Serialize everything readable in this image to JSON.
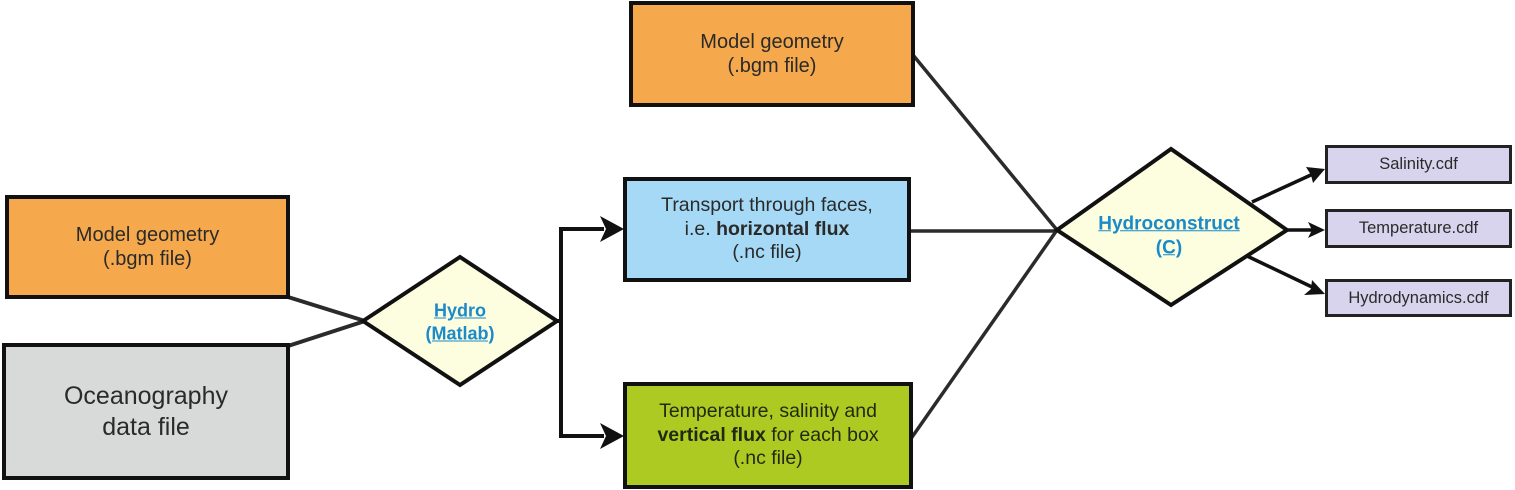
{
  "colors": {
    "geometry_fill": "#f5a94c",
    "ocean_fill": "#d8dada",
    "horizontal_fill": "#a6d9f5",
    "vertical_fill": "#acca22",
    "process_fill": "#fdfde0",
    "output_fill": "#d9d4ee",
    "link_color": "#1a8ac8",
    "stroke": "#111111",
    "connector": "#2b2b2b"
  },
  "inputs": {
    "geometry_left": {
      "line1": "Model geometry",
      "line2": "(.bgm file)"
    },
    "ocean": {
      "line1": "Oceanography",
      "line2": "data file"
    },
    "geometry_top": {
      "line1": "Model geometry",
      "line2": "(.bgm file)"
    }
  },
  "processes": {
    "hydro": {
      "line1": "Hydro",
      "line2": "(Matlab)"
    },
    "hydroconstruct": {
      "line1": "Hydroconstruct",
      "line2": "(C)"
    }
  },
  "intermediates": {
    "horizontal": {
      "line1": "Transport through faces,",
      "line2_prefix": "i.e. ",
      "line2_bold": "horizontal flux",
      "line3": "(.nc file)"
    },
    "vertical": {
      "line1": "Temperature, salinity and",
      "line2_bold": "vertical flux",
      "line2_suffix": " for each box",
      "line3": "(.nc file)"
    }
  },
  "outputs": [
    {
      "label": "Salinity.cdf"
    },
    {
      "label": "Temperature.cdf"
    },
    {
      "label": "Hydrodynamics.cdf"
    }
  ]
}
